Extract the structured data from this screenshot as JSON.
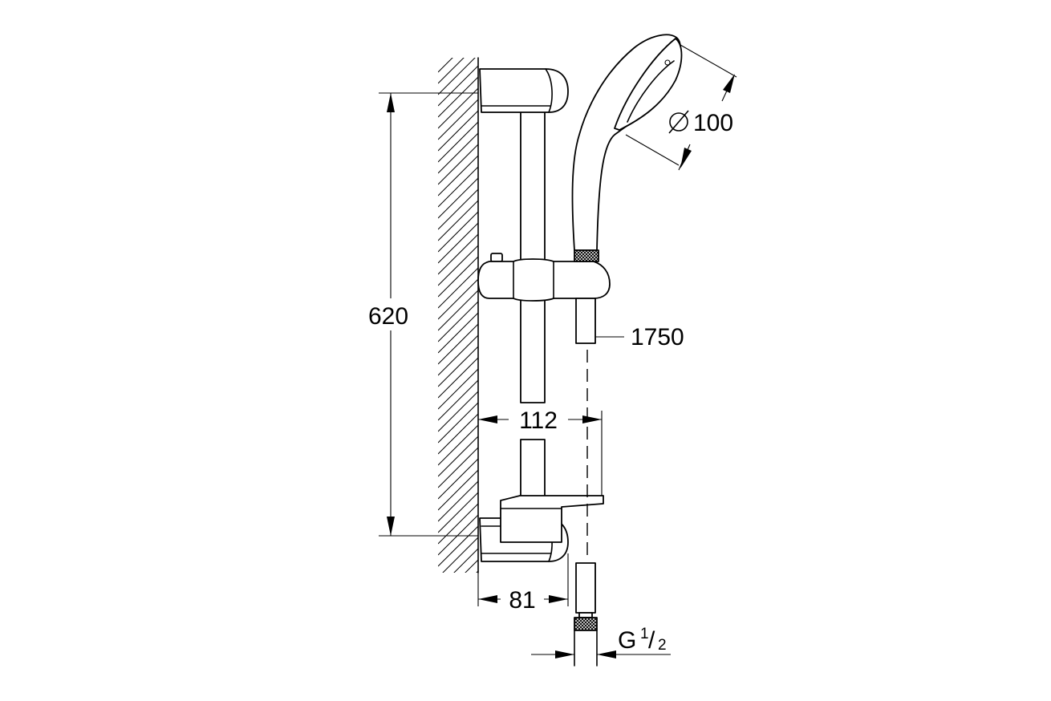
{
  "dimensions": {
    "rail_height": "620",
    "hand_shower_diameter_symbol": "∅",
    "hand_shower_diameter": "100",
    "hose_length": "1750",
    "projection_to_hose": "112",
    "wall_projection": "81",
    "thread_prefix": "G",
    "thread_numerator": "1",
    "thread_slash": "/",
    "thread_denominator": "2"
  }
}
